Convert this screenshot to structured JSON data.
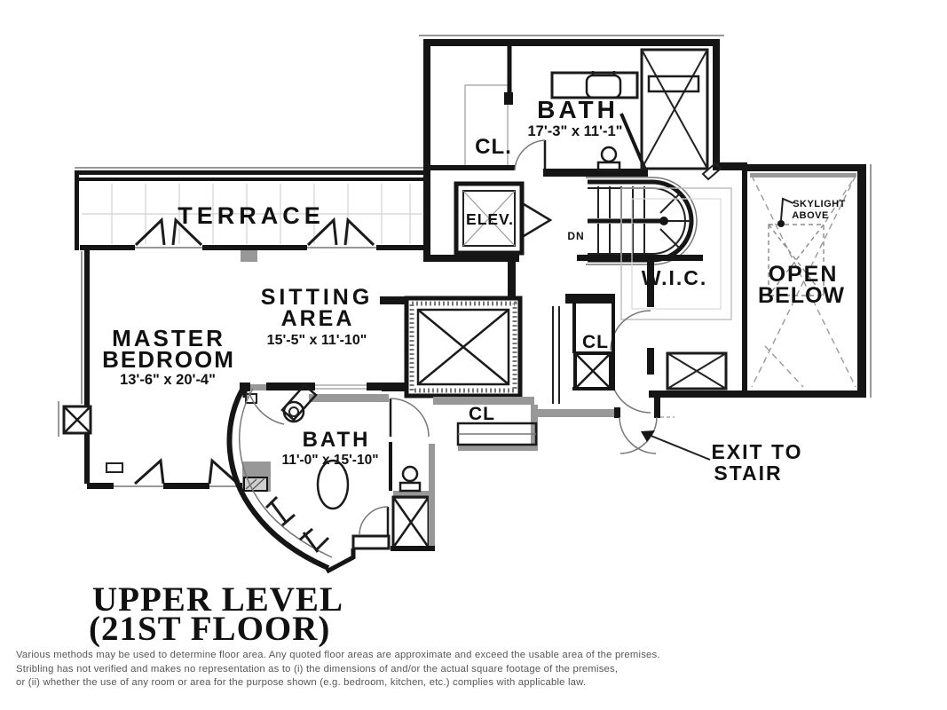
{
  "rooms": {
    "terrace": {
      "label": "TERRACE"
    },
    "master_bedroom": {
      "line1": "MASTER",
      "line2": "BEDROOM",
      "dims": "13'-6\" x 20'-4\""
    },
    "sitting_area": {
      "line1": "SITTING",
      "line2": "AREA",
      "dims": "15'-5\" x 11'-10\""
    },
    "upper_bath": {
      "label": "BATH",
      "dims": "17'-3\" x 11'-1\""
    },
    "lower_bath": {
      "label": "BATH",
      "dims": "11'-0\" x 15'-10\""
    },
    "wic": {
      "label": "W.I.C."
    },
    "open_below": {
      "line1": "OPEN",
      "line2": "BELOW"
    },
    "closet_upper": {
      "label": "CL."
    },
    "closet_hall": {
      "label": "CL"
    },
    "closet_small": {
      "label": "CL"
    },
    "elevator": {
      "label": "ELEV."
    }
  },
  "annotations": {
    "stair_dn": "DN",
    "skylight": {
      "line1": "SKYLIGHT",
      "line2": "ABOVE"
    },
    "exit": {
      "line1": "EXIT TO",
      "line2": "STAIR"
    }
  },
  "title": {
    "line1": "UPPER LEVEL",
    "line2": "(21ST FLOOR)"
  },
  "disclaimer": {
    "line1": "Various methods may be used to determine floor area.  Any quoted floor areas are approximate and exceed the usable area of the premises.",
    "line2": "Stribling has not verified and makes no representation as to (i) the dimensions of and/or the actual square footage of the premises,",
    "line3": "or (ii) whether the use of any room or area for the purpose shown (e.g. bedroom, kitchen, etc.) complies with applicable law."
  },
  "colors": {
    "background": "#ffffff",
    "wall": "#151515",
    "secondary_wall": "#989898",
    "tile_grid": "#d2d2d2",
    "dashed_line": "#9a9a9a",
    "label_text": "#111111",
    "disclaimer_text": "#565656"
  }
}
